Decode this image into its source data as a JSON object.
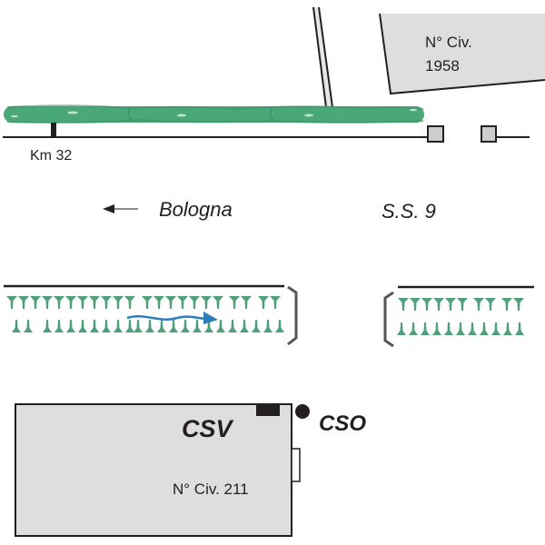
{
  "labels": {
    "km_marker": "Km 32",
    "direction": "Bologna",
    "road_name": "S.S. 9",
    "building_top_line1": "N° Civ.",
    "building_top_line2": "1958",
    "building_bottom": "N° Civ. 211",
    "csv": "CSV",
    "cso": "CSO"
  },
  "colors": {
    "hedge_green": "#4aa878",
    "hedge_green_dark": "#3d8f65",
    "plant_green": "#4fa07a",
    "flow_arrow_blue": "#2e7cb8",
    "building_fill": "#dedede",
    "line": "#231f20",
    "bracket_gray": "#555555",
    "post_fill": "#cccccc"
  },
  "legend_icons": {
    "direction_arrow": "arrow-left-icon",
    "flow": "flow-arrow-icon",
    "cso_point": "filled-circle-icon"
  }
}
